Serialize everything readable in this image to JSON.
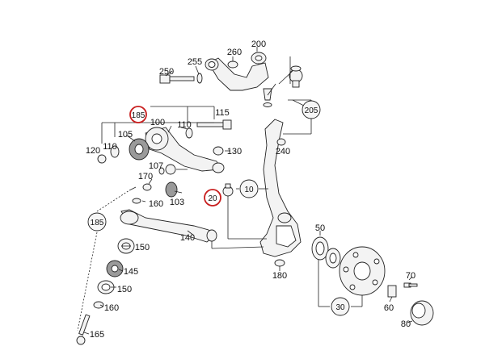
{
  "labels": {
    "l250": "250",
    "l255": "255",
    "l260": "260",
    "l200": "200",
    "l185top": "185",
    "l115": "115",
    "l110a": "110",
    "l100": "100",
    "l105": "105",
    "l110b": "110",
    "l120": "120",
    "l130": "130",
    "l107": "107",
    "l170": "170",
    "l103": "103",
    "l160a": "160",
    "l20": "20",
    "l10": "10",
    "l205": "205",
    "l240": "240",
    "l185side": "185",
    "l150a": "150",
    "l140": "140",
    "l145": "145",
    "l150b": "150",
    "l160b": "160",
    "l165": "165",
    "l180": "180",
    "l50": "50",
    "l30": "30",
    "l60": "60",
    "l70": "70",
    "l80": "80"
  },
  "highlight_color": "#c81e1e"
}
